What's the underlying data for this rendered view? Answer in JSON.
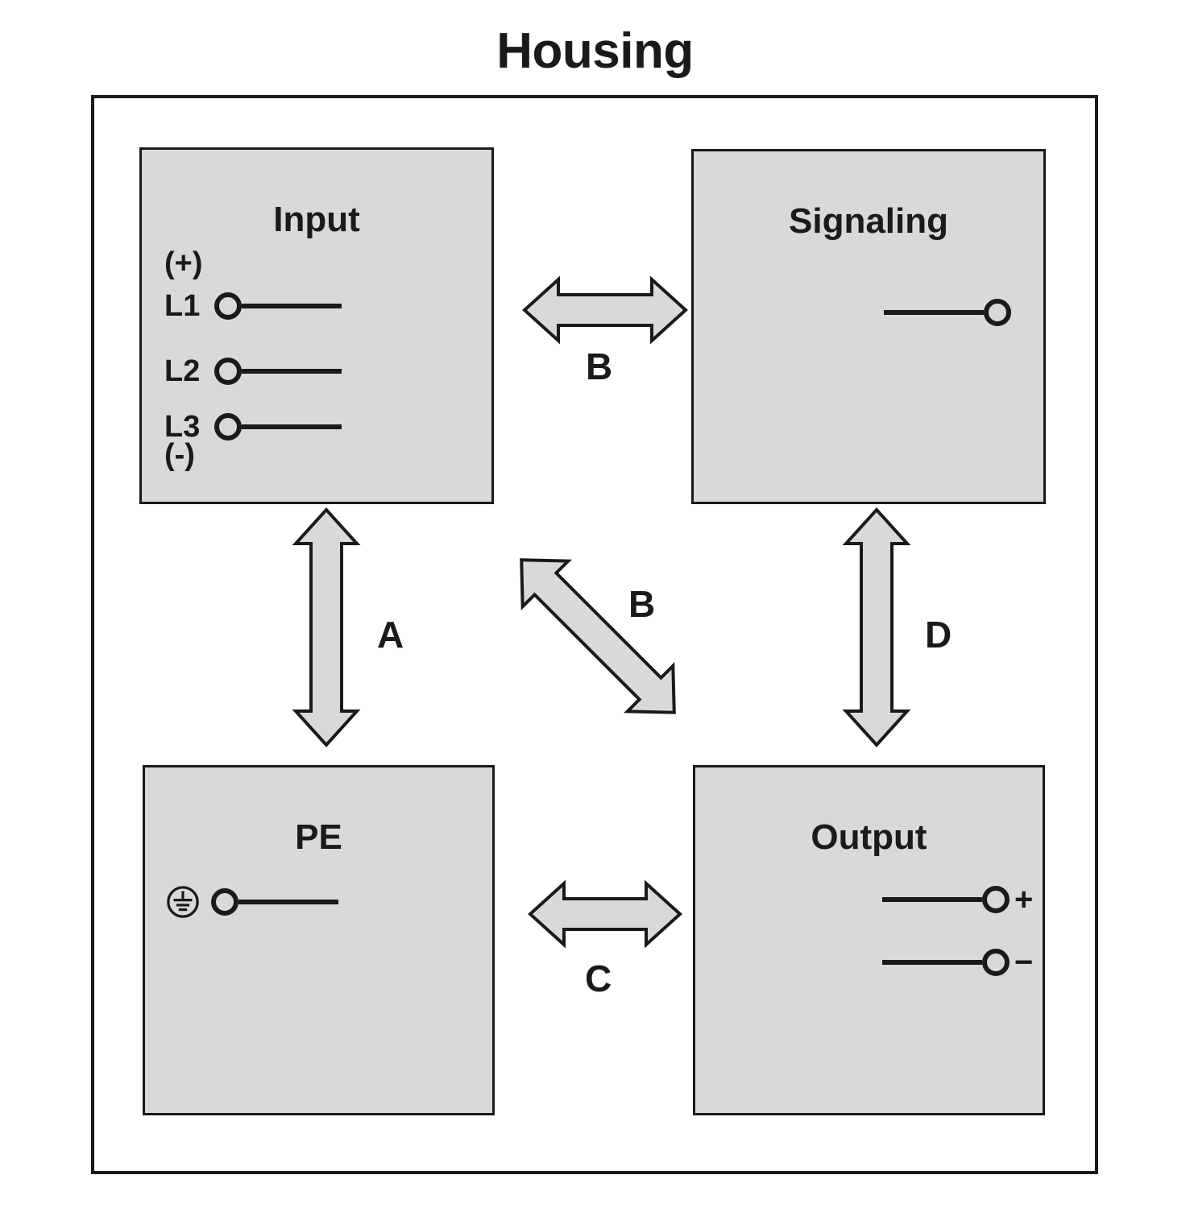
{
  "diagram": {
    "title": "Housing",
    "colors": {
      "block_fill": "#d9d9d9",
      "stroke": "#1a1a1a",
      "background": "#ffffff"
    }
  },
  "blocks": {
    "input": {
      "title": "Input",
      "polarity_top": "(+)",
      "polarity_bottom": "(-)",
      "terminals": [
        {
          "label": "L1"
        },
        {
          "label": "L2"
        },
        {
          "label": "L3"
        }
      ]
    },
    "signaling": {
      "title": "Signaling",
      "terminals": [
        {
          "label": ""
        }
      ]
    },
    "pe": {
      "title": "PE",
      "ground_symbol": "protective-earth",
      "terminals": [
        {
          "label": ""
        }
      ]
    },
    "output": {
      "title": "Output",
      "terminals": [
        {
          "label": "+"
        },
        {
          "label": "−"
        }
      ]
    }
  },
  "arrows": [
    {
      "id": "b-top",
      "label": "B",
      "from": "input",
      "to": "signaling",
      "orientation": "horizontal"
    },
    {
      "id": "a",
      "label": "A",
      "from": "input",
      "to": "pe",
      "orientation": "vertical"
    },
    {
      "id": "b-diag",
      "label": "B",
      "from": "input",
      "to": "output",
      "orientation": "diagonal"
    },
    {
      "id": "d",
      "label": "D",
      "from": "signaling",
      "to": "output",
      "orientation": "vertical"
    },
    {
      "id": "c",
      "label": "C",
      "from": "pe",
      "to": "output",
      "orientation": "horizontal"
    }
  ]
}
